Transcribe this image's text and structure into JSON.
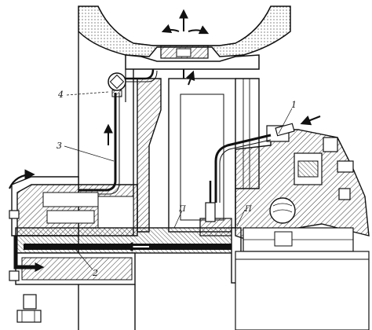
{
  "callouts": [
    {
      "id": "1",
      "text": "1"
    },
    {
      "id": "2",
      "text": "2"
    },
    {
      "id": "3",
      "text": "3"
    },
    {
      "id": "4",
      "text": "4"
    }
  ],
  "cavity_labels": [
    {
      "id": "a",
      "text": "П"
    },
    {
      "id": "b",
      "text": "П"
    }
  ],
  "colors": {
    "ink": "#111111",
    "paper": "#ffffff",
    "hatch": "#222222"
  },
  "icons": [
    "arrow-up-icon",
    "arrow-left-icon",
    "arrow-right-icon",
    "valve-icon"
  ]
}
